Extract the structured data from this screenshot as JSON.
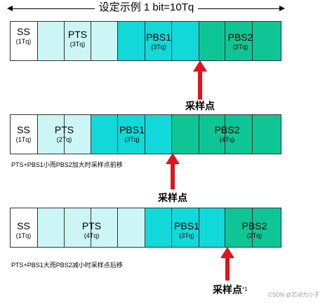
{
  "title": "设定示例 1 bit=10Tq",
  "rows": [
    {
      "segments": [
        {
          "name": "SS",
          "tq": "(1Tq)"
        },
        {
          "name": "PTS",
          "tq": "(3Tq)"
        },
        {
          "name": "PBS1",
          "tq": "(3Tq)"
        },
        {
          "name": "PBS2",
          "tq": "(3Tq)"
        }
      ],
      "sample_label": "采样点",
      "note": ""
    },
    {
      "segments": [
        {
          "name": "SS",
          "tq": "(1Tq)"
        },
        {
          "name": "PTS",
          "tq": "(2Tq)"
        },
        {
          "name": "PBS1",
          "tq": "(3Tq)"
        },
        {
          "name": "PBS2",
          "tq": "(4Tq)"
        }
      ],
      "sample_label": "采样点",
      "note": "PTS+PBS1小而PBS2加大时采样点前移"
    },
    {
      "segments": [
        {
          "name": "SS",
          "tq": "(1Tq)"
        },
        {
          "name": "PTS",
          "tq": "(4Tq)"
        },
        {
          "name": "PBS1",
          "tq": "(3Tq)"
        },
        {
          "name": "PBS2",
          "tq": "(2Tq)"
        }
      ],
      "sample_label": "采样点",
      "sample_sup": "*1",
      "note": "PTS+PBS1大而PBS2减小时采样点后移"
    }
  ],
  "watermark": "CSDN @芯动力小子",
  "colors": {
    "ss": "#ffffff",
    "pts": "#ccf6f6",
    "pbs1": "#11d9d9",
    "pbs2": "#0ec695",
    "arrow": "#e0141c"
  }
}
